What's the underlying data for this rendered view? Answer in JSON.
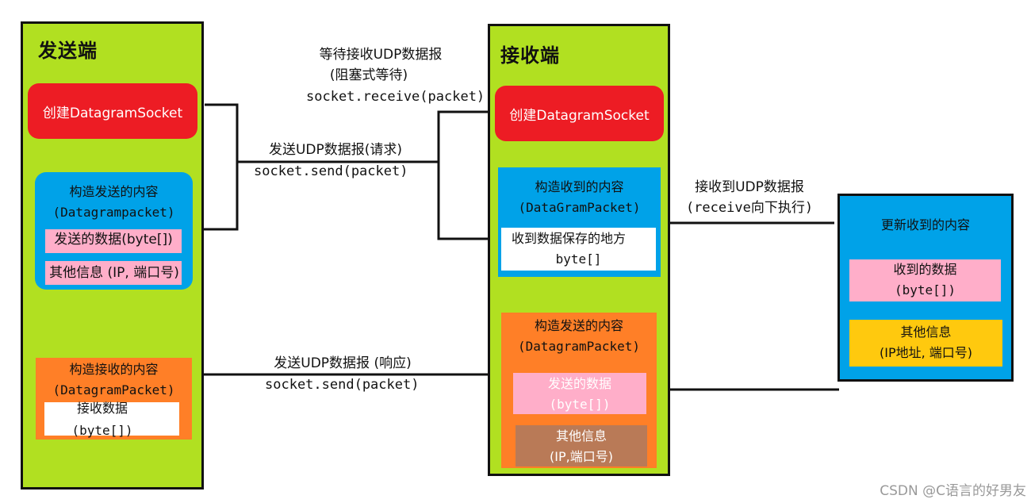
{
  "sender": {
    "title": "发送端",
    "create_socket": "创建DatagramSocket",
    "send_box": {
      "title1": "构造发送的内容",
      "title2": "(Datagrampacket)",
      "data": "发送的数据(byte[])",
      "info": "其他信息 (IP, 端口号)"
    },
    "recv_box": {
      "title1": "构造接收的内容",
      "title2": "(DatagramPacket)",
      "data1": "接收数据",
      "data2": "(byte[])"
    }
  },
  "receiver": {
    "title": "接收端",
    "create_socket": "创建DatagramSocket",
    "recv_box": {
      "title1": "构造收到的内容",
      "title2": "(DataGramPacket)",
      "save1": "收到数据保存的地方",
      "save2": "byte[]"
    },
    "send_box": {
      "title1": "构造发送的内容",
      "title2": "(DatagramPacket)",
      "data1": "发送的数据",
      "data2": "(byte[])",
      "info1": "其他信息",
      "info2": "(IP,端口号)"
    }
  },
  "update_panel": {
    "title": "更新收到的内容",
    "data1": "收到的数据",
    "data2": "(byte[])",
    "info1": "其他信息",
    "info2": "(IP地址, 端口号)"
  },
  "labels": {
    "wait1": "等待接收UDP数据报",
    "wait2": "(阻塞式等待)",
    "wait3": "socket.receive(packet)",
    "send_req1": "发送UDP数据报(请求)",
    "send_req2": "socket.send(packet)",
    "recv1": "接收到UDP数据报",
    "recv2": "(receive向下执行)",
    "send_resp1": "发送UDP数据报 (响应)",
    "send_resp2": "socket.send(packet)"
  },
  "watermark": "CSDN @C语言的好男友"
}
